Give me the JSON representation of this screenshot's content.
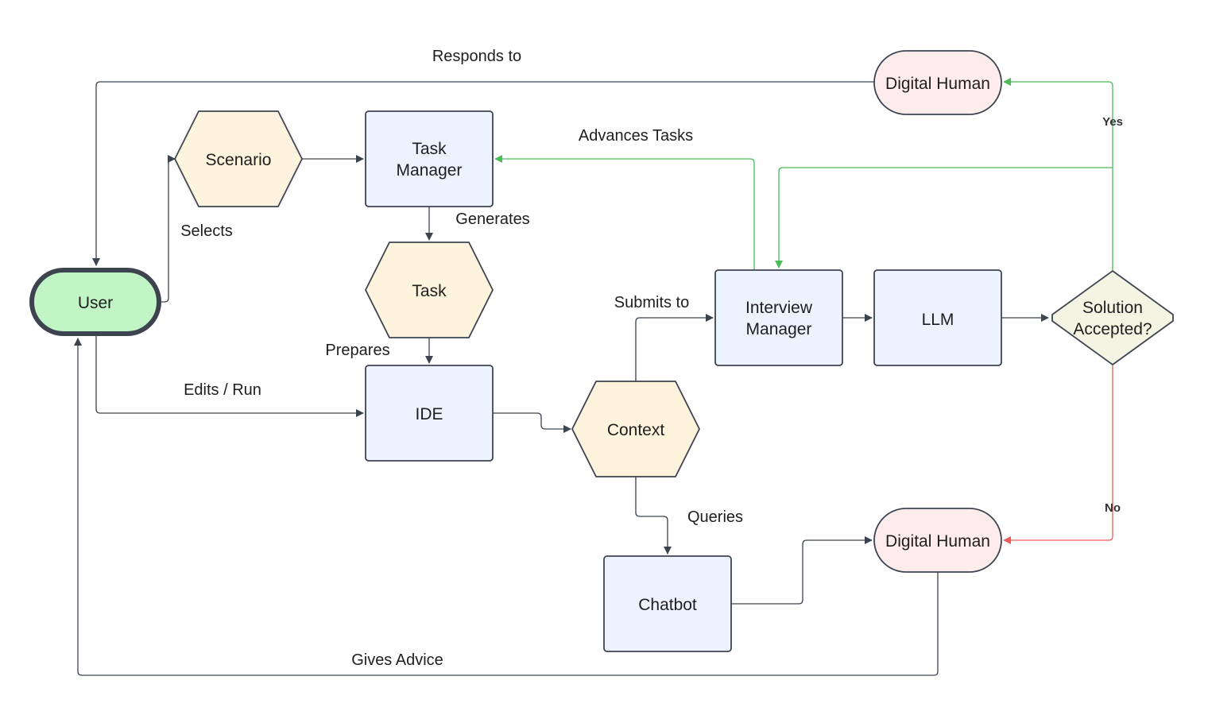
{
  "colors": {
    "edge_default": "#3d4450",
    "edge_yes": "#4cbb55",
    "edge_no": "#ee5a5a",
    "process_fill": "#ecf3fe",
    "process_stroke": "#3d4450",
    "hexagon_fill": "#fef3dc",
    "digital_human_fill": "#fdeceb",
    "user_fill": "#c2f5c6",
    "decision_fill": "#f4f4e2"
  },
  "nodes": {
    "user": "User",
    "scenario": "Scenario",
    "task_manager": [
      "Task",
      "Manager"
    ],
    "task": "Task",
    "ide": "IDE",
    "context": "Context",
    "interview_manager": [
      "Interview",
      "Manager"
    ],
    "llm": "LLM",
    "solution_accepted": [
      "Solution",
      "Accepted?"
    ],
    "digital_human_top": "Digital Human",
    "digital_human_bottom": "Digital Human",
    "chatbot": "Chatbot"
  },
  "edges": {
    "responds_to": "Responds to",
    "selects": "Selects",
    "advances_tasks": "Advances Tasks",
    "generates": "Generates",
    "prepares": "Prepares",
    "edits_run": "Edits / Run",
    "submits_to": "Submits to",
    "queries": "Queries",
    "gives_advice": "Gives Advice",
    "yes": "Yes",
    "no": "No"
  }
}
